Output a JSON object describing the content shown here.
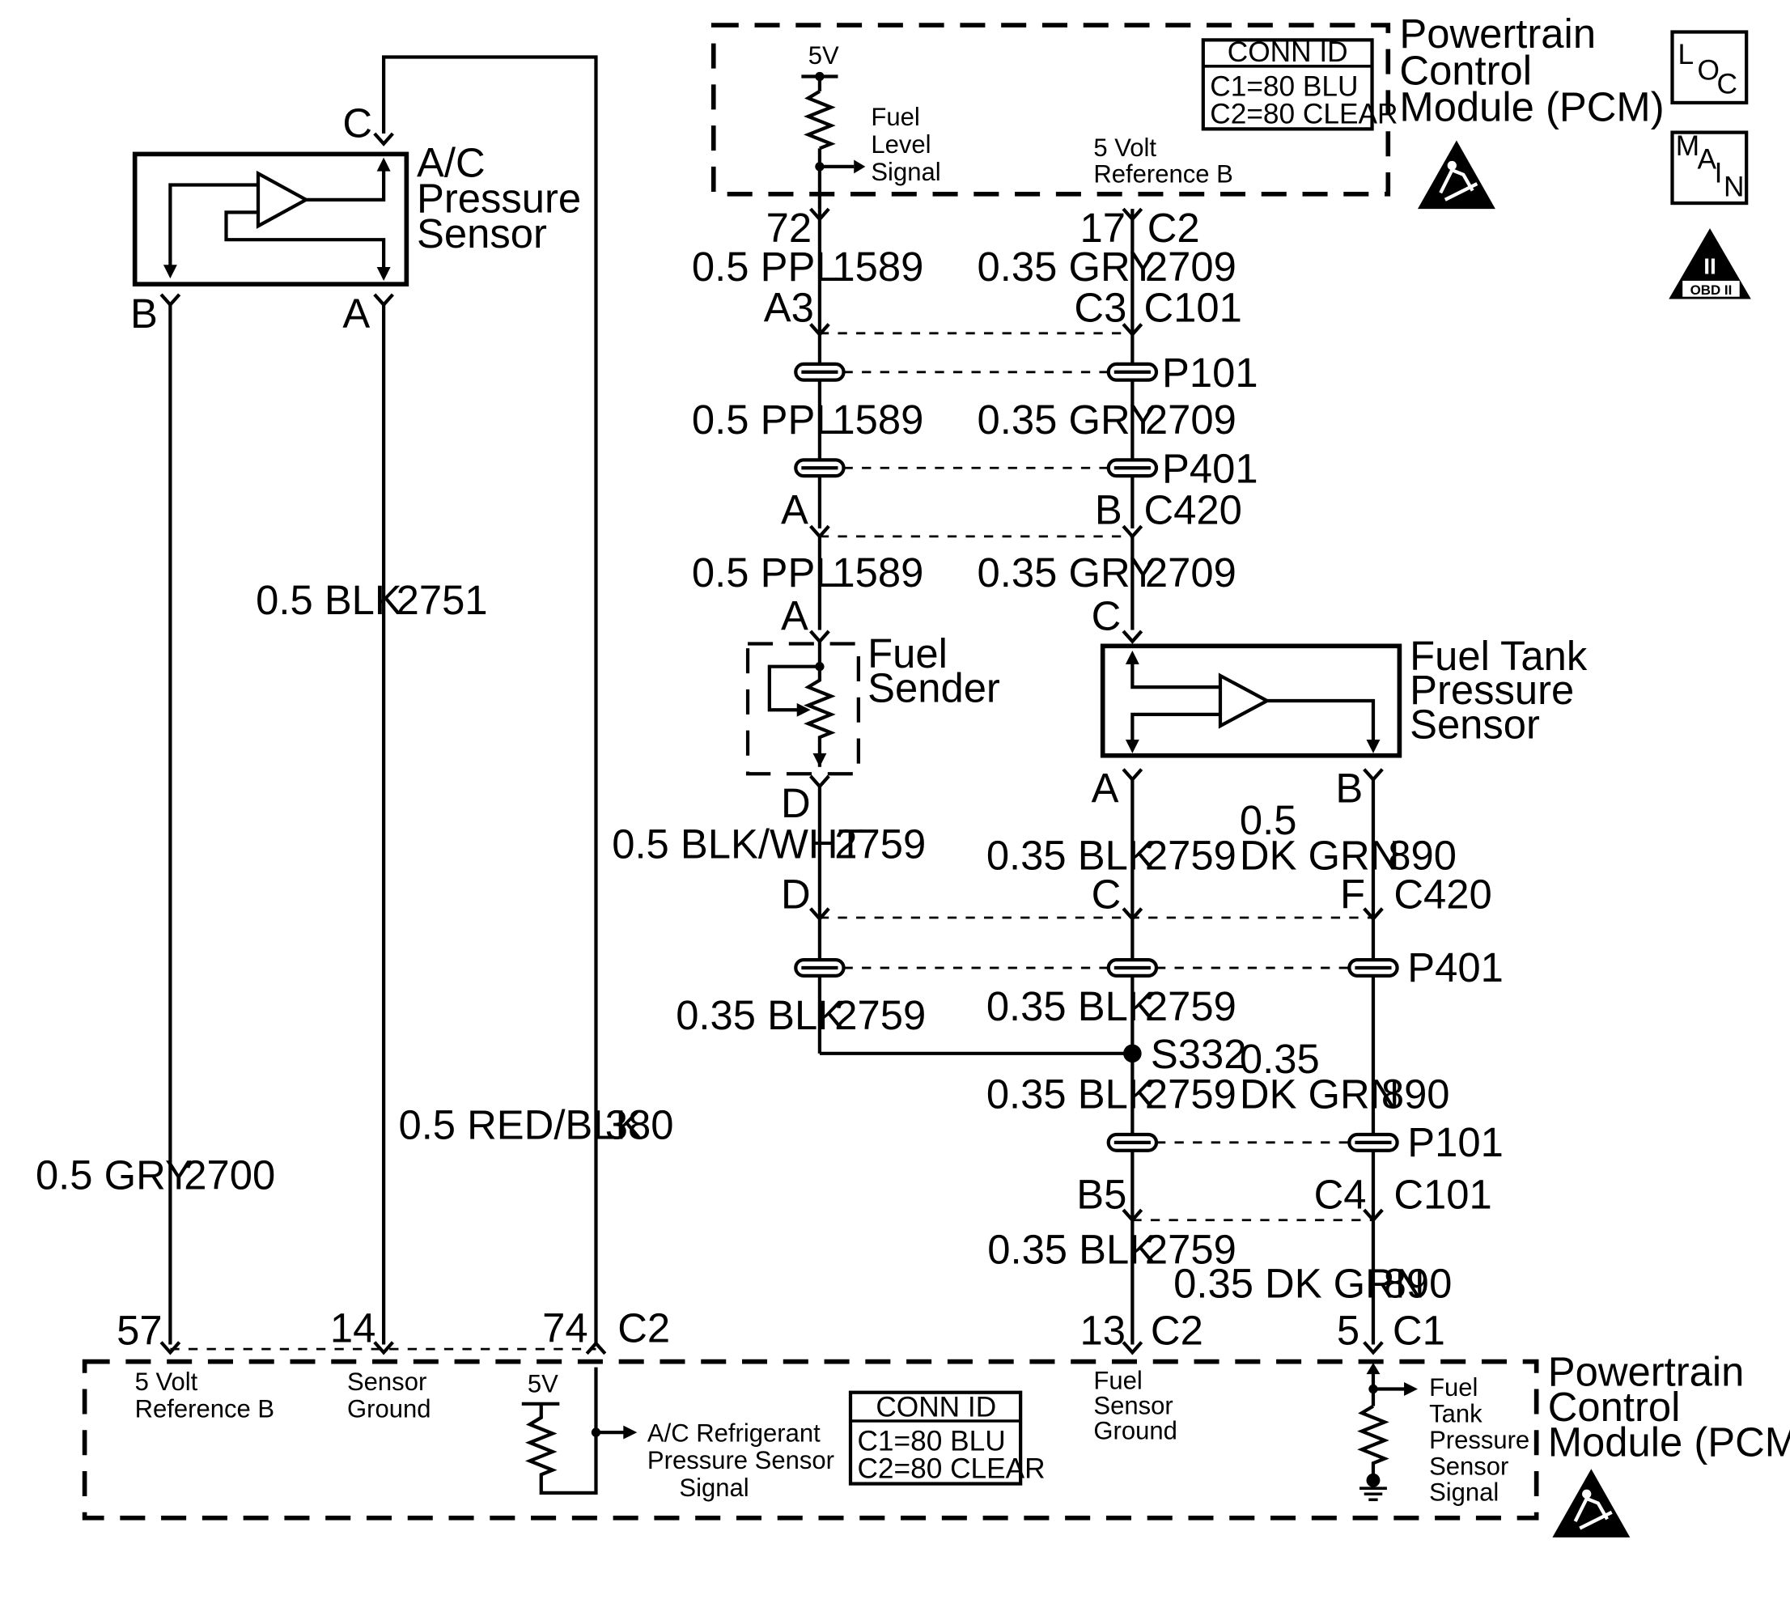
{
  "pcm_top": {
    "title_line1": "Powertrain",
    "title_line2": "Control",
    "title_line3": "Module (PCM)",
    "v5": "5V",
    "fuel_level_1": "Fuel",
    "fuel_level_2": "Level",
    "fuel_level_3": "Signal",
    "ref_b_1": "5 Volt",
    "ref_b_2": "Reference B",
    "conn_id_title": "CONN ID",
    "conn_id_c1": "C1=80 BLU",
    "conn_id_c2": "C2=80 CLEAR",
    "pin_72": "72",
    "pin_17": "17",
    "conn_c2": "C2"
  },
  "side_icons": {
    "loc_L": "L",
    "loc_O": "O",
    "loc_C": "C",
    "main_M": "M",
    "main_A": "A",
    "main_I": "I",
    "main_N": "N",
    "obd_roman": "II",
    "obd_text": "OBD II"
  },
  "ac_sensor": {
    "title_1": "A/C",
    "title_2": "Pressure",
    "title_3": "Sensor",
    "pin_c": "C",
    "pin_b": "B",
    "pin_a": "A"
  },
  "left_wires": {
    "gry_color": "0.5 GRY",
    "gry_circuit": "2700",
    "blk_color": "0.5 BLK",
    "blk_circuit": "2751",
    "red_color": "0.5 RED/BLK",
    "red_circuit": "380"
  },
  "upper_wires": {
    "ppl_color": "0.5 PPL",
    "ppl_circuit": "1589",
    "gry_color": "0.35 GRY",
    "gry_circuit": "2709",
    "a3": "A3",
    "c3": "C3",
    "c101": "C101",
    "p101": "P101",
    "p401": "P401",
    "a": "A",
    "b": "B",
    "c420": "C420",
    "sender_a": "A",
    "sensor_c": "C"
  },
  "fuel_sender": {
    "title_1": "Fuel",
    "title_2": "Sender",
    "pin_d": "D"
  },
  "fuel_tank_sensor": {
    "title_1": "Fuel Tank",
    "title_2": "Pressure",
    "title_3": "Sensor",
    "pin_a": "A",
    "pin_b": "B"
  },
  "lower_wires": {
    "blkwht_color": "0.5 BLK/WHT",
    "blkwht_circuit": "2759",
    "blk35_color": "0.35 BLK",
    "blk_circuit": "2759",
    "grn_size": "0.5",
    "grn_color": "DK GRN",
    "grn_circuit": "890",
    "d": "D",
    "c": "C",
    "f": "F",
    "c420": "C420",
    "p401": "P401",
    "s332": "S332",
    "grn2_size": "0.35",
    "grn2_color": "DK GRN",
    "grn2_circuit": "890",
    "p101": "P101",
    "b5": "B5",
    "c4": "C4",
    "c101": "C101",
    "grn3_full": "0.35 DK GRN",
    "grn3_circuit": "890"
  },
  "pcm_bottom": {
    "pin_57": "57",
    "pin_14": "14",
    "pin_74": "74",
    "conn_c2": "C2",
    "pin_13": "13",
    "conn_c2b": "C2",
    "pin_5": "5",
    "conn_c1": "C1",
    "ref_b_1": "5 Volt",
    "ref_b_2": "Reference B",
    "sg_1": "Sensor",
    "sg_2": "Ground",
    "v5": "5V",
    "ac_sig_1": "A/C Refrigerant",
    "ac_sig_2": "Pressure Sensor",
    "ac_sig_3": "Signal",
    "conn_id_title": "CONN ID",
    "conn_id_c1": "C1=80 BLU",
    "conn_id_c2": "C2=80 CLEAR",
    "fsg_1": "Fuel",
    "fsg_2": "Sensor",
    "fsg_3": "Ground",
    "ftp_1": "Fuel",
    "ftp_2": "Tank",
    "ftp_3": "Pressure",
    "ftp_4": "Sensor",
    "ftp_5": "Signal",
    "title_line1": "Powertrain",
    "title_line2": "Control",
    "title_line3": "Module (PCM)"
  }
}
